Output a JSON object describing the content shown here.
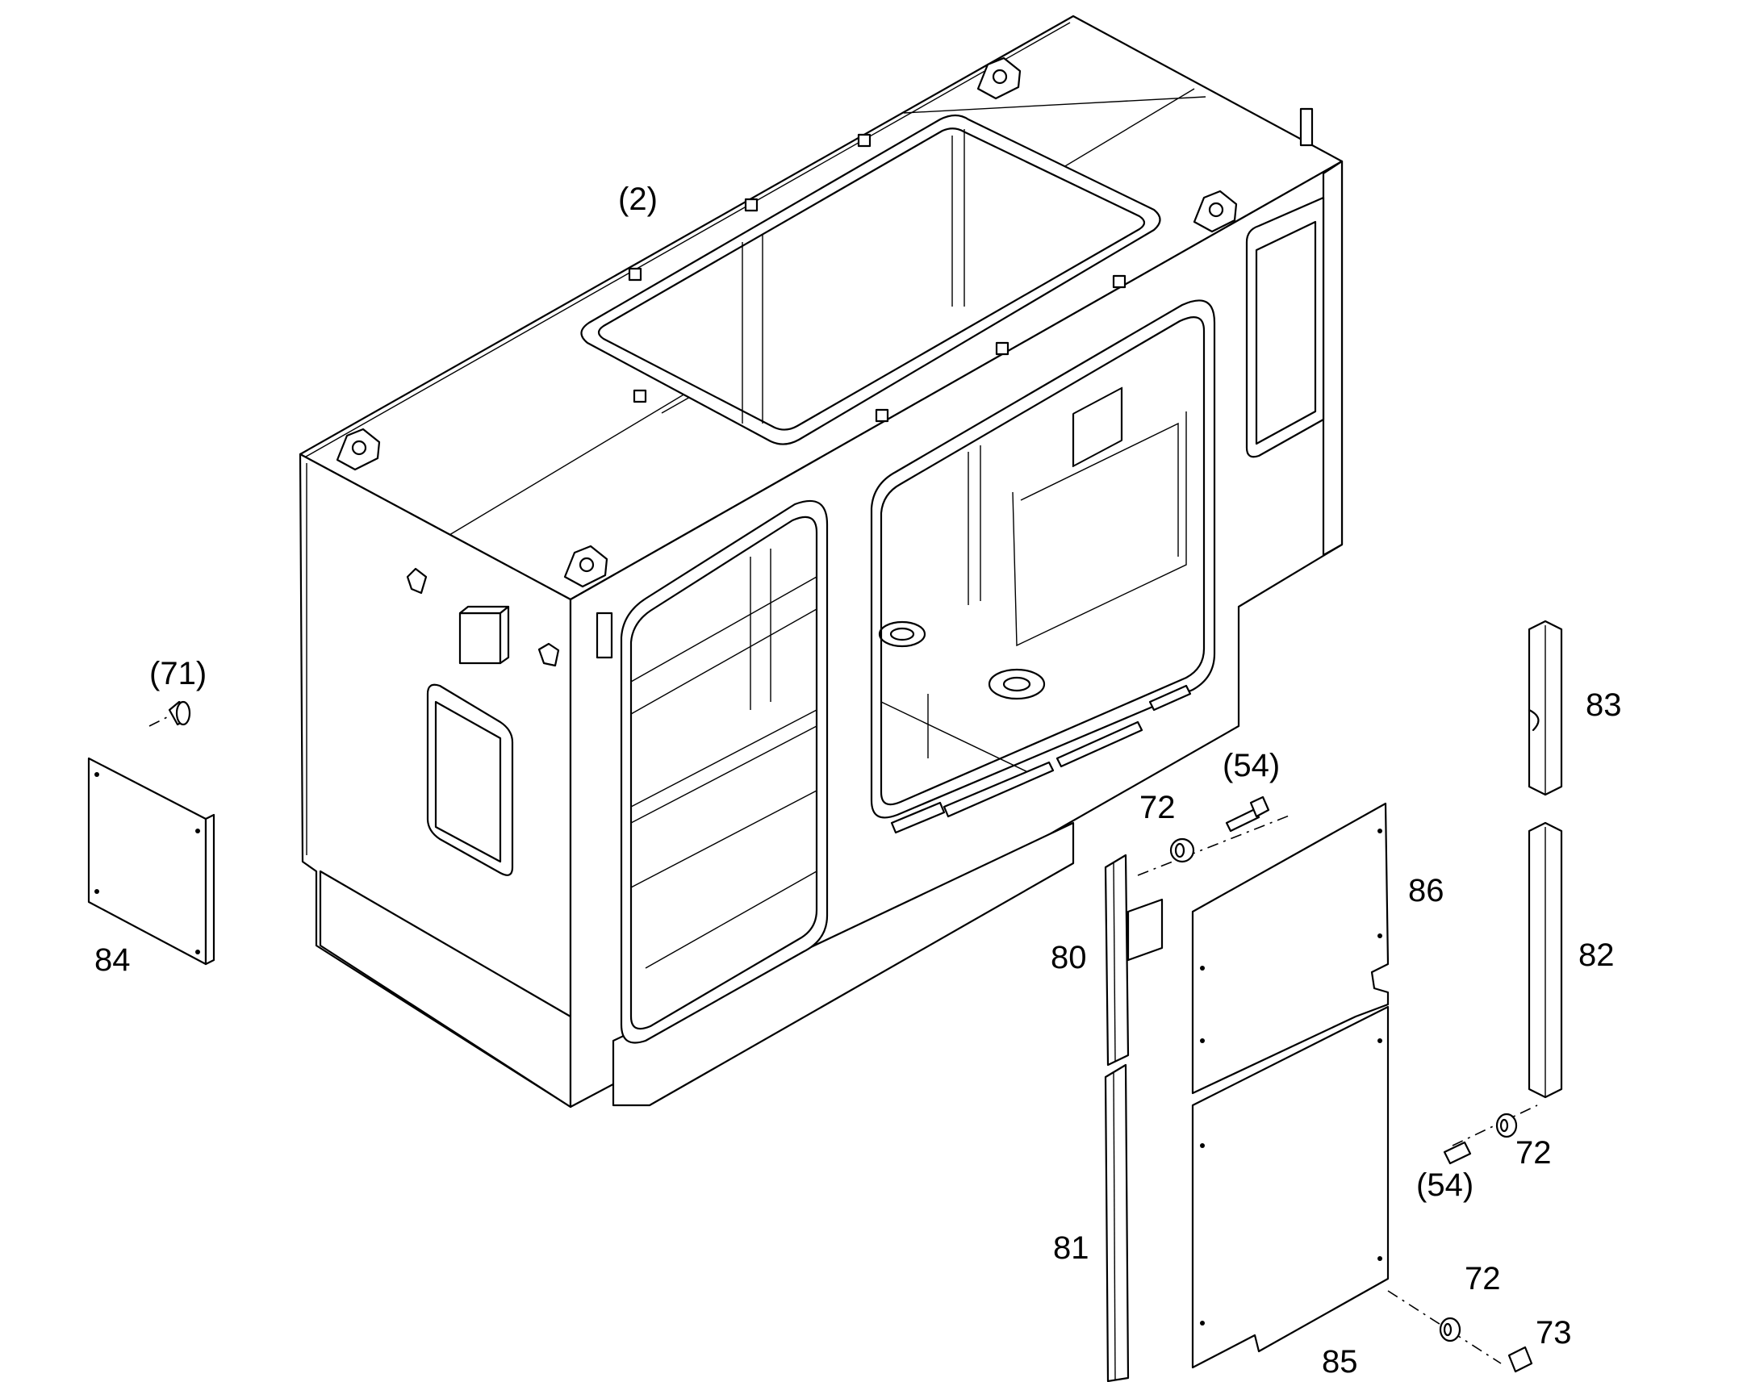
{
  "labels": {
    "l2": "(2)",
    "l71": "(71)",
    "l84": "84",
    "l54a": "(54)",
    "l72a": "72",
    "l86": "86",
    "l80": "80",
    "l83": "83",
    "l82": "82",
    "l72b": "72",
    "l54b": "(54)",
    "l81": "81",
    "l72c": "72",
    "l73": "73",
    "l85": "85"
  }
}
